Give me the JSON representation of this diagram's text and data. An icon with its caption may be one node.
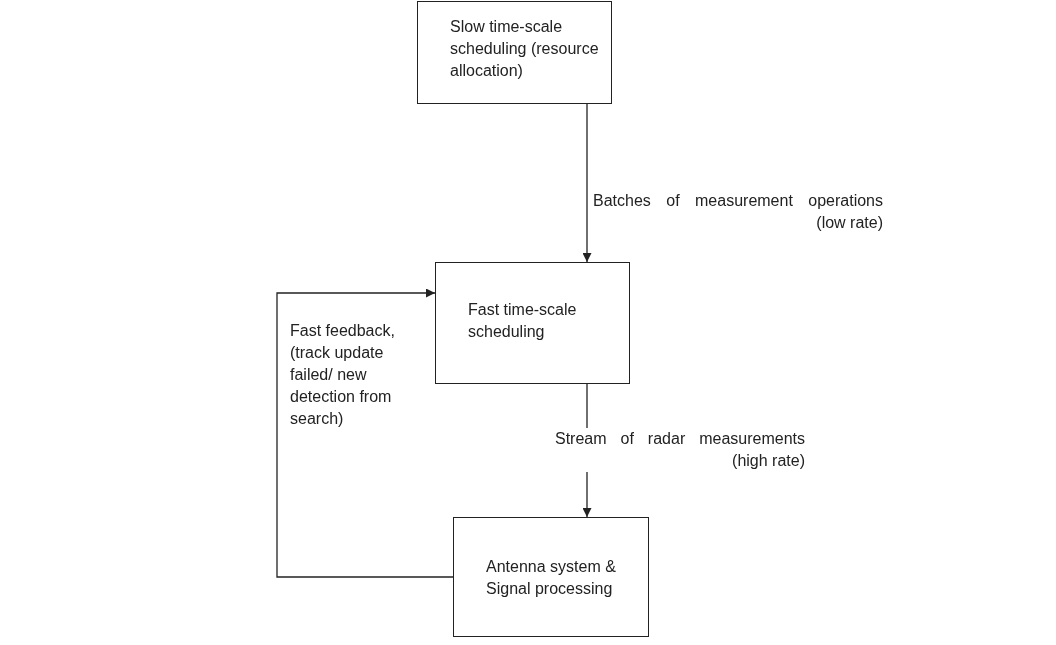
{
  "diagram": {
    "nodes": [
      {
        "text": [
          "Slow time-scale scheduling (resource allocation)"
        ]
      },
      {
        "text": [
          "Fast time-scale scheduling"
        ]
      },
      {
        "text": [
          "Antenna system & Signal processing"
        ]
      }
    ],
    "edges": [
      {
        "from": 0,
        "to": 1,
        "arrow": "to",
        "label": "Batches of measurement operations (low rate)"
      },
      {
        "from": 1,
        "to": 2,
        "arrow": "to",
        "label": "Stream of radar measurements (high rate)"
      },
      {
        "from": 2,
        "to": 1,
        "arrow": "to",
        "label": "Fast feedback, (track update failed/ new detection from search)"
      }
    ]
  }
}
